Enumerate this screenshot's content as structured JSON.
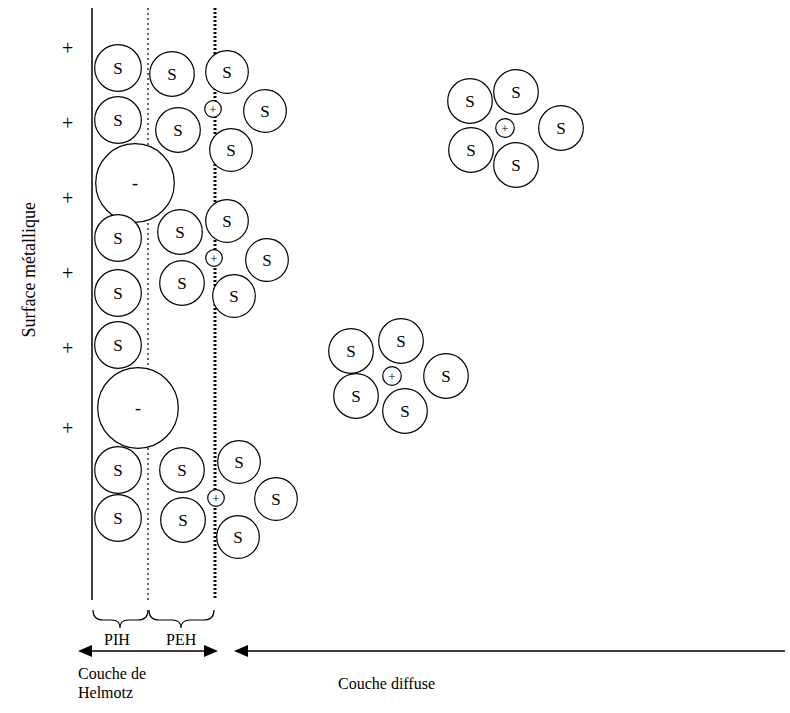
{
  "diagram": {
    "nodes": [
      {
        "text": [
          "S"
        ]
      },
      {
        "text": [
          "S"
        ]
      },
      {
        "text": [
          "-"
        ]
      },
      {
        "text": [
          "S"
        ]
      },
      {
        "text": [
          "S"
        ]
      },
      {
        "text": [
          "S"
        ]
      },
      {
        "text": [
          "-"
        ]
      },
      {
        "text": [
          "S"
        ]
      },
      {
        "text": [
          "S"
        ]
      },
      {
        "text": [
          "S"
        ]
      },
      {
        "text": [
          "S"
        ]
      },
      {
        "text": [
          "S"
        ]
      },
      {
        "text": [
          "S"
        ]
      },
      {
        "text": [
          "S"
        ]
      },
      {
        "text": [
          "S"
        ]
      },
      {
        "text": [
          "S"
        ]
      },
      {
        "text": [
          "+"
        ]
      },
      {
        "text": [
          "S"
        ]
      },
      {
        "text": [
          "S"
        ]
      },
      {
        "text": [
          "S"
        ]
      },
      {
        "text": [
          "+"
        ]
      },
      {
        "text": [
          "S"
        ]
      },
      {
        "text": [
          "S"
        ]
      },
      {
        "text": [
          "S"
        ]
      },
      {
        "text": [
          "+"
        ]
      },
      {
        "text": [
          "S"
        ]
      },
      {
        "text": [
          "S"
        ]
      },
      {
        "text": [
          "S"
        ]
      },
      {
        "text": [
          "S"
        ]
      },
      {
        "text": [
          "S"
        ]
      },
      {
        "text": [
          "S"
        ]
      },
      {
        "text": [
          "S"
        ]
      },
      {
        "text": [
          "+"
        ]
      },
      {
        "text": [
          "S"
        ]
      },
      {
        "text": [
          "S"
        ]
      },
      {
        "text": [
          "S"
        ]
      },
      {
        "text": [
          "S"
        ]
      },
      {
        "text": [
          "S"
        ]
      },
      {
        "text": [
          "+"
        ]
      }
    ],
    "labels": [
      "Surface métallique",
      "+",
      "+",
      "+",
      "+",
      "+",
      "+",
      "PIH",
      "PEH",
      "Couche de Helmotz",
      "Couche diffuse"
    ]
  }
}
